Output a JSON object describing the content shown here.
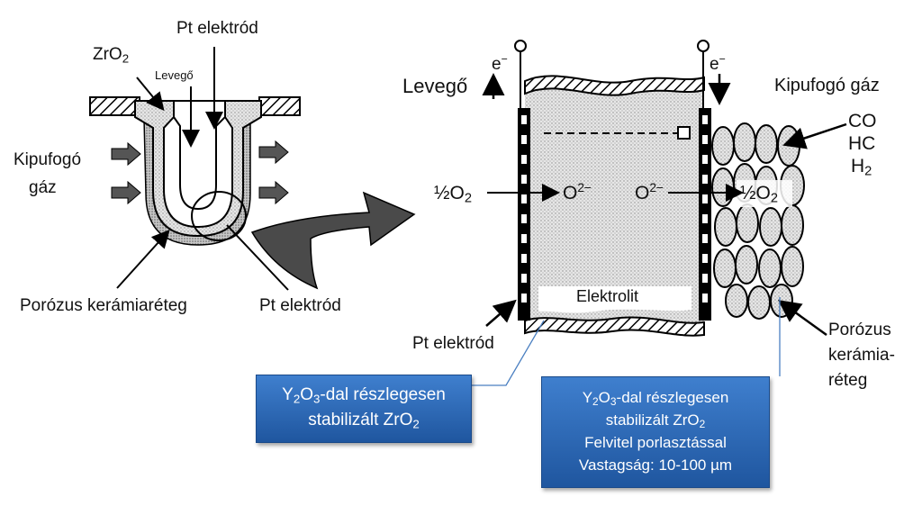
{
  "left_diagram": {
    "label_pt_top": "Pt elektród",
    "label_zro2": "ZrO",
    "label_zro2_sub": "2",
    "label_levego": "Levegő",
    "label_kipufogo_1": "Kipufogó",
    "label_kipufogo_2": "gáz",
    "label_porous": "Porózus kerámiaréteg",
    "label_pt_bottom": "Pt elektród"
  },
  "right_diagram": {
    "label_levego": "Levegő",
    "label_electron": "e",
    "label_electron_sup": "−",
    "label_exhaust": "Kipufogó gáz",
    "gas_co": "CO",
    "gas_hc": "HC",
    "gas_h2": "H",
    "gas_h2_sub": "2",
    "half_o2": "½O",
    "half_o2_sub": "2",
    "oxide_ion": "O",
    "oxide_ion_sup": "2−",
    "electrolyte": "Elektrolit",
    "label_pt": "Pt elektród",
    "porous_1": "Porózus",
    "porous_2": "kerámia-",
    "porous_3": "réteg"
  },
  "callout_left": {
    "y": "Y",
    "sub2": "2",
    "o": "O",
    "sub3": "3",
    "rest": "-dal részlegesen",
    "line2": "stabilizált ZrO",
    "line2_sub": "2"
  },
  "callout_right": {
    "y": "Y",
    "sub2": "2",
    "o": "O",
    "sub3": "3",
    "rest": "-dal részlegesen",
    "line2": "stabilizált ZrO",
    "line2_sub": "2",
    "line3": "Felvitel porlasztással",
    "line4": "Vastagság: 10-100 µm"
  },
  "colors": {
    "callout_fill": "#2f6cbf",
    "stipple": "#9a9a9a",
    "ink": "#000000"
  }
}
